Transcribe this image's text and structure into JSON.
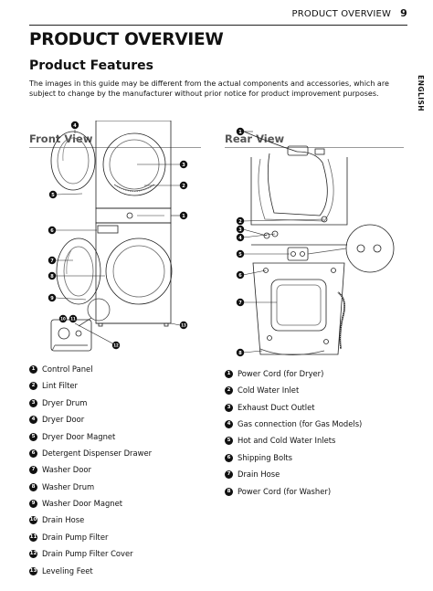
{
  "header": {
    "section": "PRODUCT OVERVIEW",
    "page_number": "9"
  },
  "title": "PRODUCT OVERVIEW",
  "subtitle": "Product Features",
  "intro": "The images in this guide may be different from the actual components and accessories, which are subject to change by the manufacturer without prior notice for product improvement purposes.",
  "side_tab": "ENGLISH",
  "front": {
    "heading": "Front View",
    "items": [
      {
        "num": "1",
        "label": "Control Panel"
      },
      {
        "num": "2",
        "label": "Lint Filter"
      },
      {
        "num": "3",
        "label": "Dryer Drum"
      },
      {
        "num": "4",
        "label": "Dryer Door"
      },
      {
        "num": "5",
        "label": "Dryer Door Magnet"
      },
      {
        "num": "6",
        "label": "Detergent Dispenser Drawer"
      },
      {
        "num": "7",
        "label": "Washer Door"
      },
      {
        "num": "8",
        "label": "Washer Drum"
      },
      {
        "num": "9",
        "label": "Washer Door Magnet"
      },
      {
        "num": "10",
        "label": "Drain Hose"
      },
      {
        "num": "11",
        "label": "Drain Pump Filter"
      },
      {
        "num": "12",
        "label": "Drain Pump Filter Cover"
      },
      {
        "num": "13",
        "label": "Leveling Feet"
      }
    ]
  },
  "rear": {
    "heading": "Rear View",
    "items": [
      {
        "num": "1",
        "label": "Power Cord (for Dryer)"
      },
      {
        "num": "2",
        "label": "Cold Water Inlet"
      },
      {
        "num": "3",
        "label": "Exhaust Duct Outlet"
      },
      {
        "num": "4",
        "label": "Gas connection (for Gas Models)"
      },
      {
        "num": "5",
        "label": "Hot and Cold Water Inlets"
      },
      {
        "num": "6",
        "label": "Shipping Bolts"
      },
      {
        "num": "7",
        "label": "Drain Hose"
      },
      {
        "num": "8",
        "label": "Power Cord (for Washer)"
      }
    ]
  }
}
